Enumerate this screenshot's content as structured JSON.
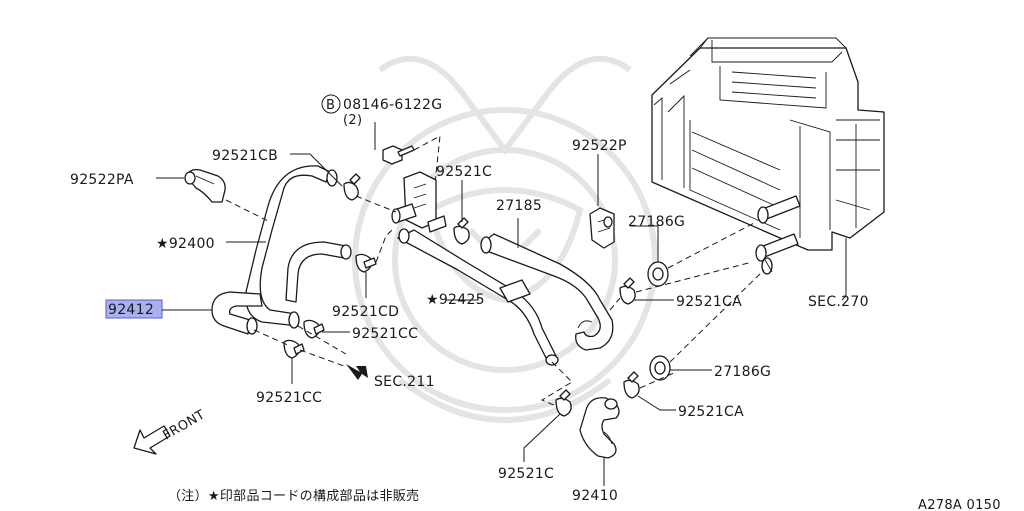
{
  "diagram": {
    "labels": {
      "bolt_ref": "08146-6122G",
      "bolt_qty": "(2)",
      "bolt_badge": "B",
      "hose_pa": "92522PA",
      "clamp_cb": "92521CB",
      "clamp_c_top": "92521C",
      "bracket_p": "92522P",
      "pipe_27185": "27185",
      "grommet_top": "27186G",
      "hose_92400": "★92400",
      "hose_92412": "92412",
      "clamp_cd": "92521CD",
      "hose_92425": "★92425",
      "clamp_ca_upper": "92521CA",
      "sec_270": "SEC.270",
      "clamp_cc_right": "92521CC",
      "sec_211": "SEC.211",
      "grommet_bottom": "27186G",
      "clamp_cc_bottom": "92521CC",
      "clamp_ca_lower": "92521CA",
      "front": "FRONT",
      "clamp_c_bottom": "92521C",
      "hose_92410": "92410",
      "note": "（注）★印部品コードの構成部品は非販売",
      "figure_id": "A278A 0150"
    },
    "highlight_color": "#aab0ee",
    "line_color": "#1a1a1a"
  }
}
